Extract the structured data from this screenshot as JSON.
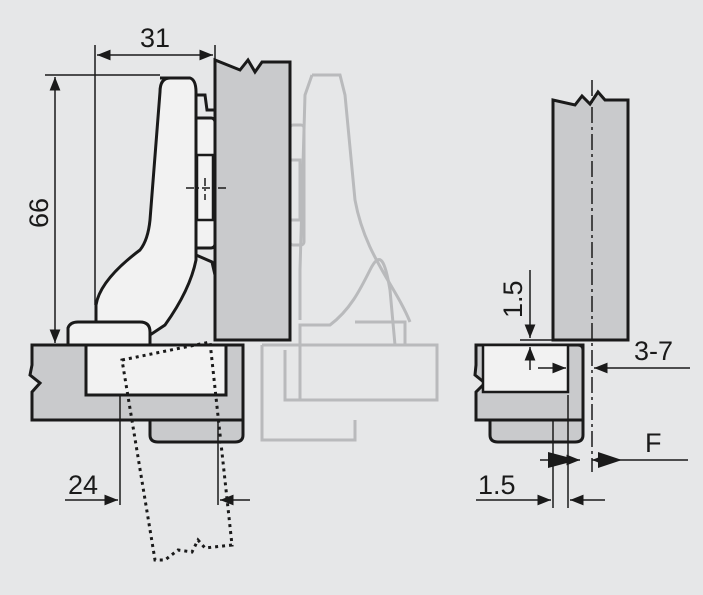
{
  "diagram": {
    "dimensions": {
      "width_31": "31",
      "height_66": "66",
      "overlay_24": "24",
      "gap_1_5_vertical": "1.5",
      "range_3_7": "3-7",
      "label_F": "F",
      "gap_1_5_horizontal": "1.5"
    },
    "colors": {
      "background": "#e6e7e8",
      "panel_fill": "#c9cacc",
      "part_fill": "#f2f2f2",
      "outline": "#1a1a1a",
      "ghost_outline": "#b9babc"
    }
  }
}
